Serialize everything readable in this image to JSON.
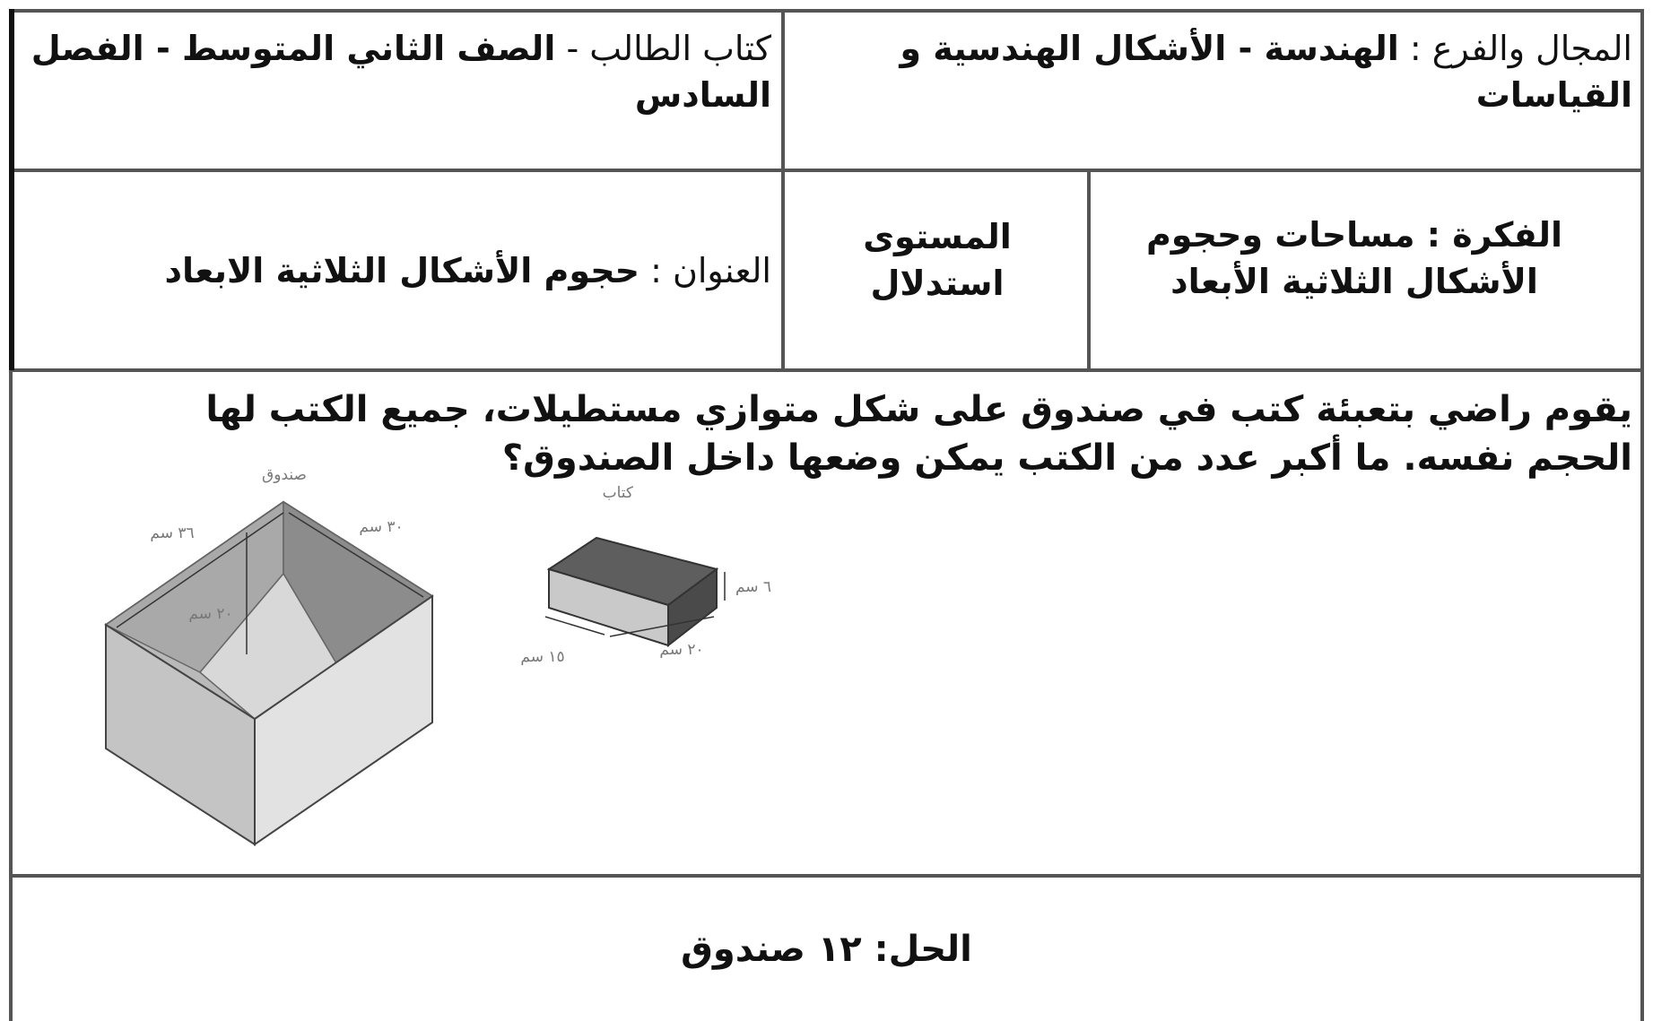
{
  "header": {
    "domain_label": "المجال والفرع :",
    "domain_value": "الهندسة - الأشكال الهندسية و القياسات",
    "book_label": "كتاب الطالب -",
    "book_value": "الصف الثاني المتوسط - الفصل السادس",
    "idea_label": "الفكرة :",
    "idea_value": "مساحات وحجوم الأشكال الثلاثية الأبعاد",
    "level_label": "المستوى",
    "level_value": "استدلال",
    "title_label": "العنوان :",
    "title_value": "حجوم الأشكال الثلاثية الابعاد"
  },
  "question": {
    "text": "يقوم راضي بتعبئة كتب في صندوق على شكل متوازي مستطيلات، جميع الكتب لها الحجم نفسه. ما أكبر عدد من الكتب يمكن وضعها داخل الصندوق؟"
  },
  "figure": {
    "box_label": "صندوق",
    "box_length": "٣٦ سم",
    "box_width": "٣٠ سم",
    "box_height": "٢٠ سم",
    "book_label": "كتاب",
    "book_height": "٦ سم",
    "book_length": "٢٠ سم",
    "book_width": "١٥ سم"
  },
  "answer": {
    "text": "الحل: ١٢ صندوق"
  }
}
